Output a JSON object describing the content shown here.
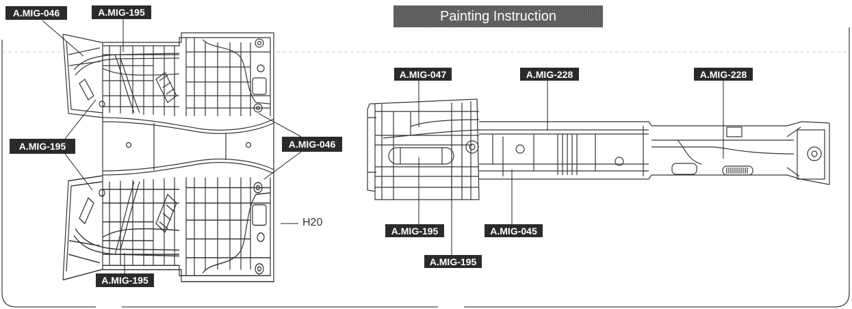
{
  "title": "Painting Instruction",
  "left_view": {
    "labels": {
      "top_left": "A.MIG-046",
      "top_center": "A.MIG-195",
      "mid_left": "A.MIG-195",
      "mid_right": "A.MIG-046",
      "bottom": "A.MIG-195"
    },
    "part_ref": "H20"
  },
  "right_view": {
    "labels": {
      "top_left": "A.MIG-047",
      "top_center": "A.MIG-228",
      "top_right": "A.MIG-228",
      "bottom_left": "A.MIG-195",
      "bottom_center": "A.MIG-045",
      "bottom_lower": "A.MIG-195"
    }
  },
  "colors": {
    "label_bg": "#262626",
    "label_text": "#ffffff",
    "banner_bg": "#5a5a5a",
    "line": "#333333"
  }
}
